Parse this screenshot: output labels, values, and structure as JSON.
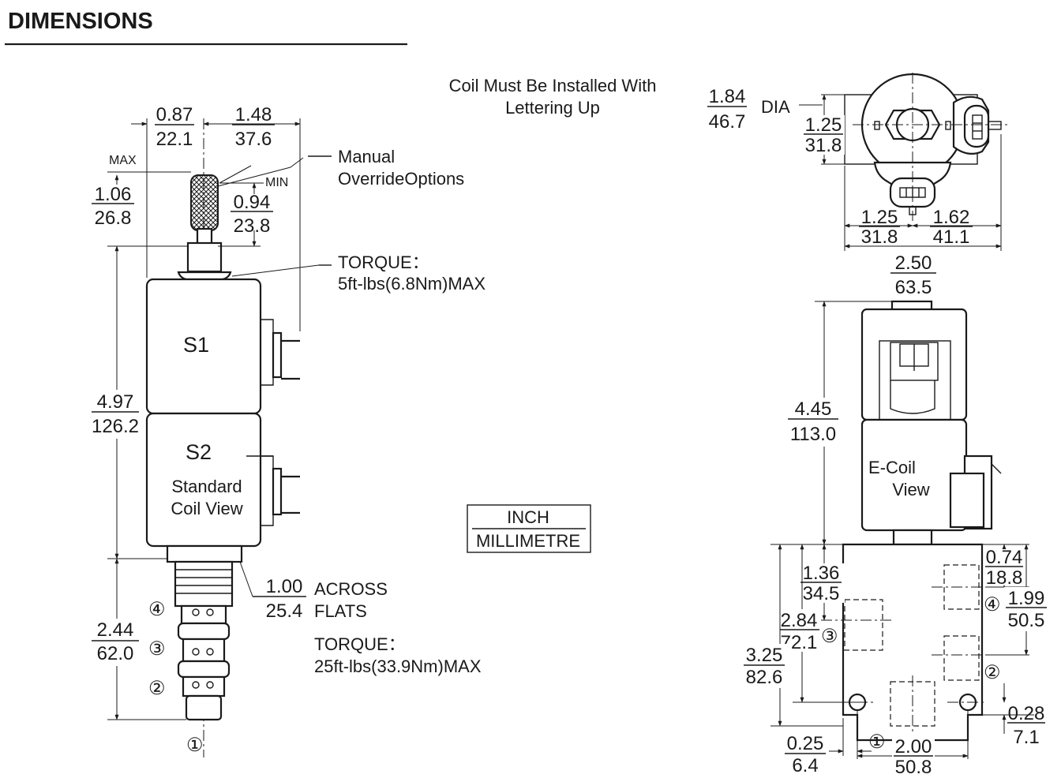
{
  "heading": "DIMENSIONS",
  "note": {
    "line1": "Coil Must Be Installed With",
    "line2": "Lettering  Up"
  },
  "units": {
    "top": "INCH",
    "bottom": "MILLIMETRE"
  },
  "left_view": {
    "coil_top": "S1",
    "coil_bottom": "S2",
    "standard_line1": "Standard",
    "standard_line2": "Coil View",
    "max_label": "MAX",
    "min_label": "MIN",
    "manual_line1": "Manual",
    "manual_line2": "OverrideOptions",
    "torque_top_line1": "TORQUE：",
    "torque_top_line2": "5ft-lbs(6.8Nm)MAX",
    "across_line1": "ACROSS",
    "across_line2": "FLATS",
    "torque_bottom_line1": "TORQUE：",
    "torque_bottom_line2": "25ft-lbs(33.9Nm)MAX",
    "port4": "④",
    "port3": "③",
    "port2": "②",
    "port1": "①",
    "dims": {
      "d087_in": "0.87",
      "d087_mm": "22.1",
      "d148_in": "1.48",
      "d148_mm": "37.6",
      "d106_in": "1.06",
      "d106_mm": "26.8",
      "d094_in": "0.94",
      "d094_mm": "23.8",
      "d497_in": "4.97",
      "d497_mm": "126.2",
      "d244_in": "2.44",
      "d244_mm": "62.0",
      "d100_in": "1.00",
      "d100_mm": "25.4"
    }
  },
  "top_view": {
    "dia_label": "DIA",
    "dims": {
      "d184_in": "1.84",
      "d184_mm": "46.7",
      "d125a_in": "1.25",
      "d125a_mm": "31.8",
      "d125b_in": "1.25",
      "d125b_mm": "31.8",
      "d162_in": "1.62",
      "d162_mm": "41.1",
      "d250_in": "2.50",
      "d250_mm": "63.5"
    }
  },
  "right_view": {
    "ecoil_line1": "E-Coil",
    "ecoil_line2": "View",
    "port4": "④",
    "port3": "③",
    "port2": "②",
    "port1": "①",
    "dims": {
      "d445_in": "4.45",
      "d445_mm": "113.0",
      "d136_in": "1.36",
      "d136_mm": "34.5",
      "d284_in": "2.84",
      "d284_mm": "72.1",
      "d325_in": "3.25",
      "d325_mm": "82.6",
      "d025_in": "0.25",
      "d025_mm": "6.4",
      "d200_in": "2.00",
      "d200_mm": "50.8",
      "d074_in": "0.74",
      "d074_mm": "18.8",
      "d199_in": "1.99",
      "d199_mm": "50.5",
      "d028_in": "0.28",
      "d028_mm": "7.1"
    }
  }
}
